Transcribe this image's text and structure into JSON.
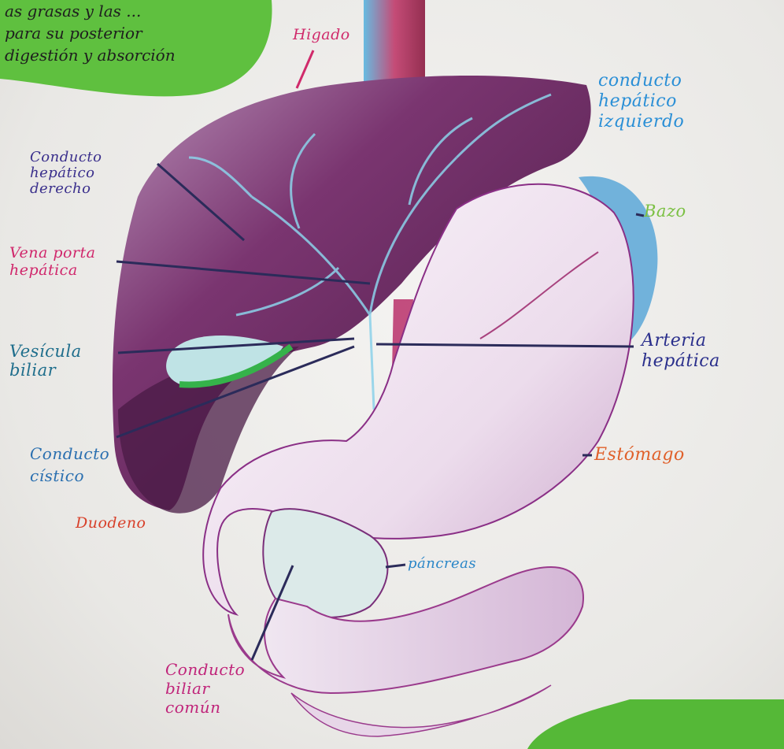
{
  "note": {
    "text": "as grasas y las ...\npara su posterior\ndigestión y absorción"
  },
  "colors": {
    "sticky": "#5fc03f",
    "liver": "#6a2a5e",
    "stomach": "#efe5f0",
    "gallbladder": "#35b24a",
    "spleen": "#5aa7d8"
  },
  "labels": [
    {
      "id": "higado",
      "text": "Higado",
      "color": "#d02a6b"
    },
    {
      "id": "conducto-hepatico-izquierdo",
      "text": "conducto\nhepático\nizquierdo",
      "color": "#2a8fd6"
    },
    {
      "id": "conducto-hepatico-derecho",
      "text": "Conducto\nhepático\nderecho",
      "color": "#3a2f8c"
    },
    {
      "id": "bazo",
      "text": "Bazo",
      "color": "#7bc043"
    },
    {
      "id": "vena-porta-hepatica",
      "text": "Vena porta\nhepática",
      "color": "#d0266b"
    },
    {
      "id": "vesicula-biliar",
      "text": "Vesícula\nbiliar",
      "color": "#1f6e8c"
    },
    {
      "id": "arteria-hepatica",
      "text": "Arteria\nhepática",
      "color": "#2a2f8c"
    },
    {
      "id": "conducto-cistico",
      "text": "Conducto\ncístico",
      "color": "#2a6fb0"
    },
    {
      "id": "estomago",
      "text": "Estómago",
      "color": "#e0602a"
    },
    {
      "id": "duodeno",
      "text": "Duodeno",
      "color": "#d8402a"
    },
    {
      "id": "pancreas",
      "text": "páncreas",
      "color": "#2a86c8"
    },
    {
      "id": "conducto-biliar-comun",
      "text": "Conducto\nbiliar\ncomún",
      "color": "#c0247a"
    }
  ]
}
